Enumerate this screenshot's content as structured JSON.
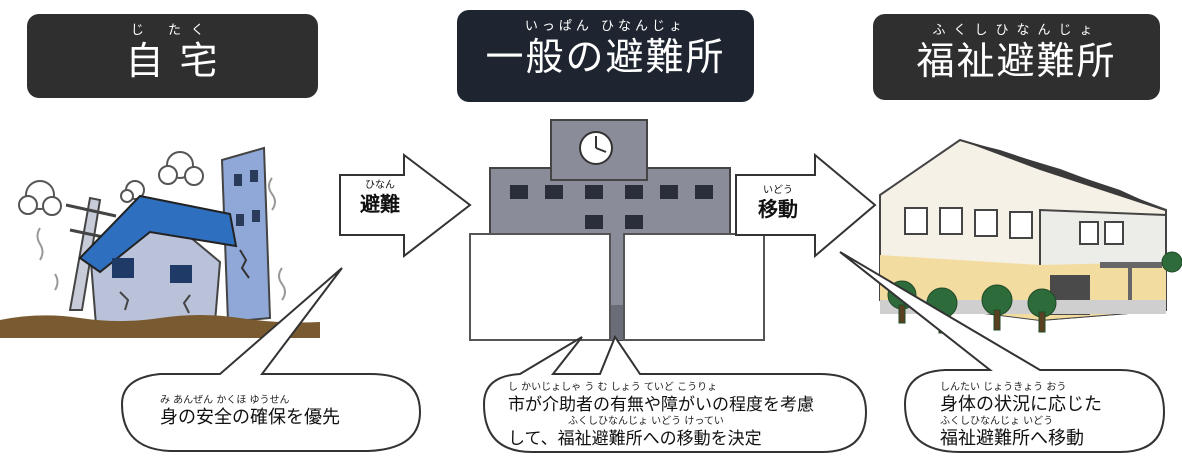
{
  "headers": {
    "home": {
      "ruby": "じ たく",
      "label": "自 宅"
    },
    "general_shelter": {
      "ruby": "いっぱん ひなんじょ",
      "label": "一般の避難所"
    },
    "welfare_shelter": {
      "ruby": "ふくしひなんじょ",
      "label": "福祉避難所"
    }
  },
  "arrows": {
    "evacuate": {
      "ruby": "ひなん",
      "label": "避難"
    },
    "move": {
      "ruby": "いどう",
      "label": "移動"
    }
  },
  "bubbles": {
    "home": {
      "ruby": "み あんぜん かくほ ゆうせん",
      "line1": "身の安全の確保を優先"
    },
    "general": {
      "ruby1": "し かいじょしゃ う む しょう ていど こうりょ",
      "line1": "市が介助者の有無や障がいの程度を考慮",
      "ruby2": "ふくしひなんじょ いどう けってい",
      "line2": "して、福祉避難所への移動を決定"
    },
    "welfare": {
      "ruby1": "しんたい じょうきょう おう",
      "line1": "身体の状況に応じた",
      "ruby2": "ふくしひなんじょ いどう",
      "line2": "福祉避難所へ移動"
    }
  },
  "colors": {
    "header_bg": "#2f2f2f",
    "header_bg_center": "#1e2530",
    "roof_blue": "#2f6fbf",
    "building_gray": "#8a8d99",
    "wall_cream": "#f3dca0"
  }
}
